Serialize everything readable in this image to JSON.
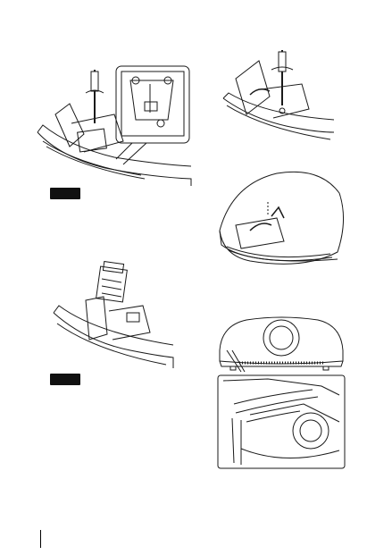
{
  "page": {
    "background": "#ffffff",
    "ink_color": "#1a1a1a"
  },
  "figures": [
    {
      "id": "step-unscrew-lamp",
      "icon": "lamp-screw-illustration"
    },
    {
      "id": "step-remove-lamp",
      "icon": "lamp-removal-illustration"
    },
    {
      "id": "step-tighten-cover",
      "icon": "cover-screw-illustration"
    },
    {
      "id": "step-close-cover",
      "icon": "lamp-cover-close-illustration"
    },
    {
      "id": "step-front-view",
      "icon": "projector-front-illustration"
    }
  ],
  "note_badges": [
    {
      "label": ""
    },
    {
      "label": ""
    }
  ]
}
